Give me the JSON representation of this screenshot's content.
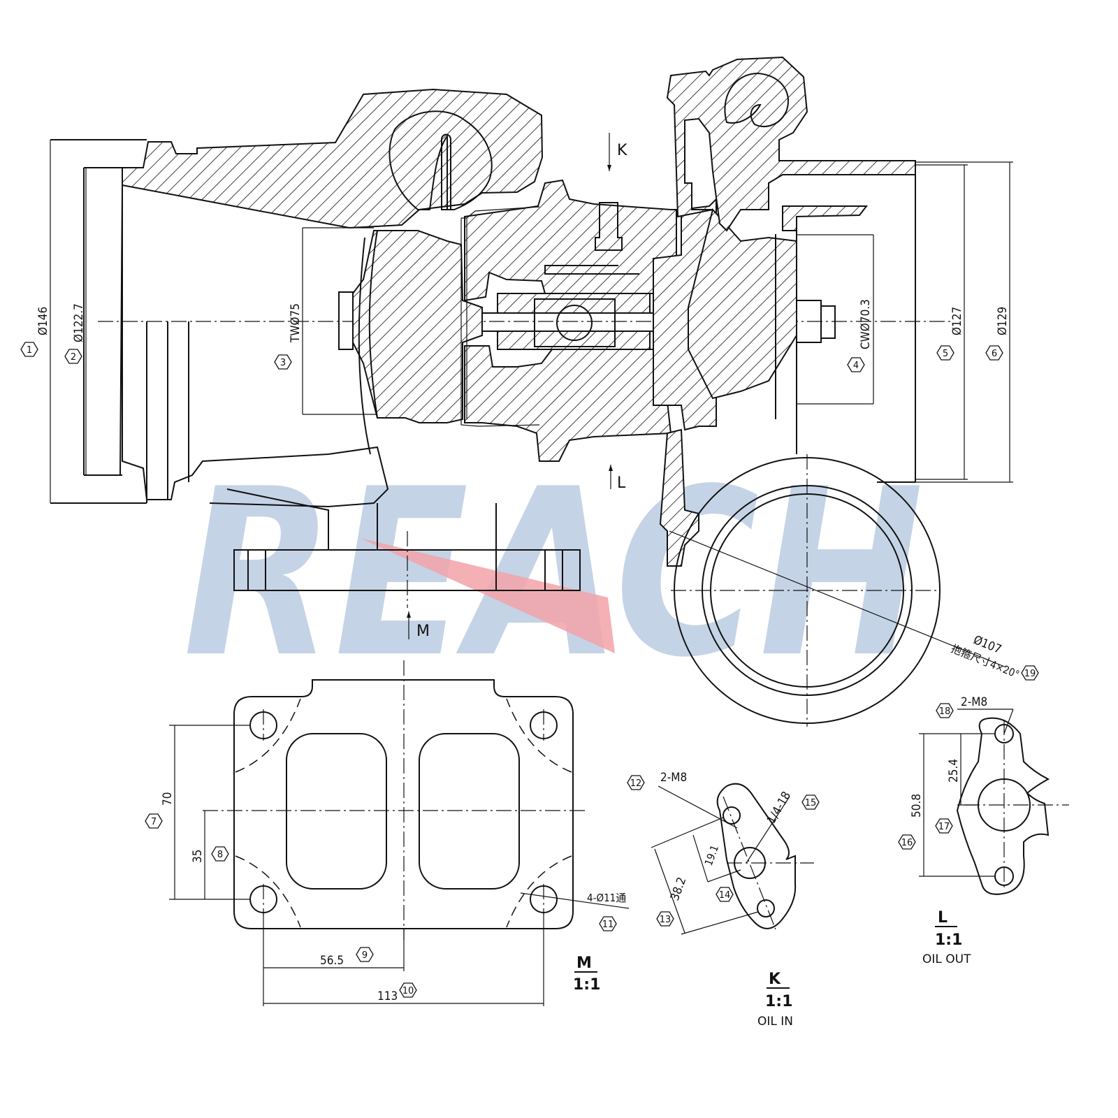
{
  "watermark": {
    "text": "REACH",
    "color": "#c5d3e6",
    "accent": "#f2a2a8"
  },
  "section_view": {
    "views": [
      {
        "id": "K",
        "letter": "K"
      },
      {
        "id": "L",
        "letter": "L"
      },
      {
        "id": "M",
        "letter": "M"
      }
    ],
    "dimensions": [
      {
        "label": "1",
        "text": "Ø146"
      },
      {
        "label": "2",
        "text": "Ø122.7"
      },
      {
        "label": "3",
        "text": "TWØ75"
      },
      {
        "label": "4",
        "text": "CWØ70.3"
      },
      {
        "label": "5",
        "text": "Ø127"
      },
      {
        "label": "6",
        "text": "Ø129"
      }
    ]
  },
  "outlet_flange": {
    "diameter": "Ø107",
    "note": "抱箍尺寸4×20°",
    "label": "19"
  },
  "view_m": {
    "name": "M",
    "scale": "1:1",
    "dims": [
      {
        "label": "7",
        "text": "70"
      },
      {
        "label": "8",
        "text": "35"
      },
      {
        "label": "9",
        "text": "56.5"
      },
      {
        "label": "10",
        "text": "113"
      },
      {
        "label": "11",
        "text": "4-Ø11通"
      }
    ]
  },
  "view_k": {
    "name": "K",
    "scale": "1:1",
    "caption": "OIL IN",
    "dims": [
      {
        "label": "12",
        "text": "2-M8"
      },
      {
        "label": "13",
        "text": "38.2"
      },
      {
        "label": "14",
        "text": "19.1"
      },
      {
        "label": "15",
        "text": "1/4-18"
      }
    ]
  },
  "view_l": {
    "name": "L",
    "scale": "1:1",
    "caption": "OIL OUT",
    "dims": [
      {
        "label": "16",
        "text": "50.8"
      },
      {
        "label": "17",
        "text": "25.4"
      },
      {
        "label": "18",
        "text": "2-M8"
      }
    ]
  }
}
